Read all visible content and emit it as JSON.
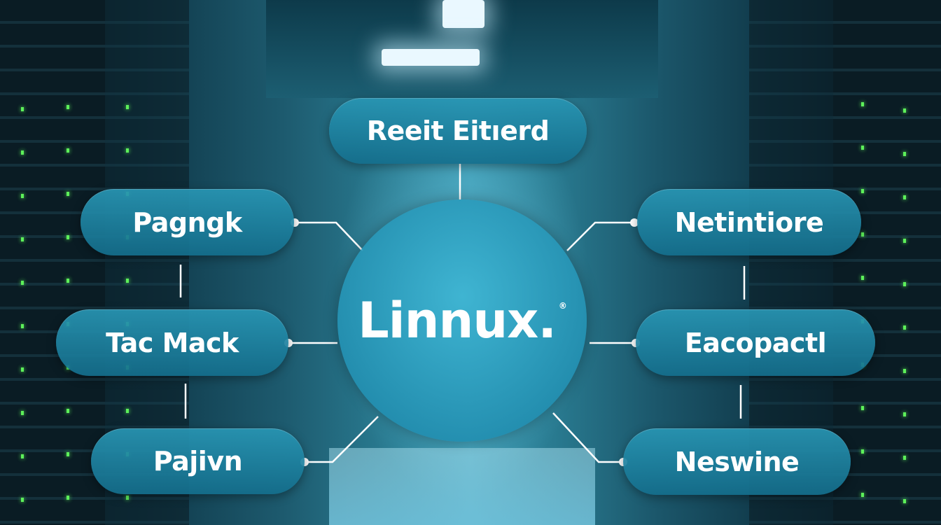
{
  "center": {
    "label": "Linnux.",
    "mark": "®"
  },
  "top_node": {
    "label": "Reeit Eitıerd"
  },
  "left_nodes": [
    {
      "label": "Pagngk"
    },
    {
      "label": "Tac Mack"
    },
    {
      "label": "Pajivn"
    }
  ],
  "right_nodes": [
    {
      "label": "Netintiore"
    },
    {
      "label": "Eacopactl"
    },
    {
      "label": "Neswine"
    }
  ],
  "colors": {
    "node": "#1f8aa8",
    "line": "#ffffff",
    "led": "#5df05a"
  }
}
